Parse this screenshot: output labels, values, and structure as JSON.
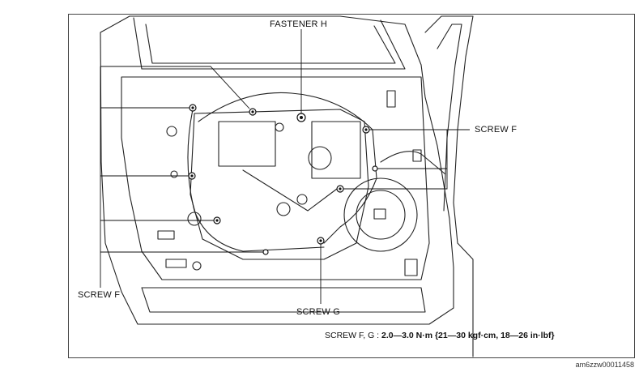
{
  "labels": {
    "fastener_h": "FASTENER H",
    "screw_f_right": "SCREW F",
    "screw_f_left": "SCREW F",
    "screw_g": "SCREW G"
  },
  "spec": {
    "prefix": "SCREW F, G : ",
    "value": "2.0—3.0 N·m {21—30 kgf·cm, 18—26 in·lbf}"
  },
  "image_code": "am6zzw00011458"
}
